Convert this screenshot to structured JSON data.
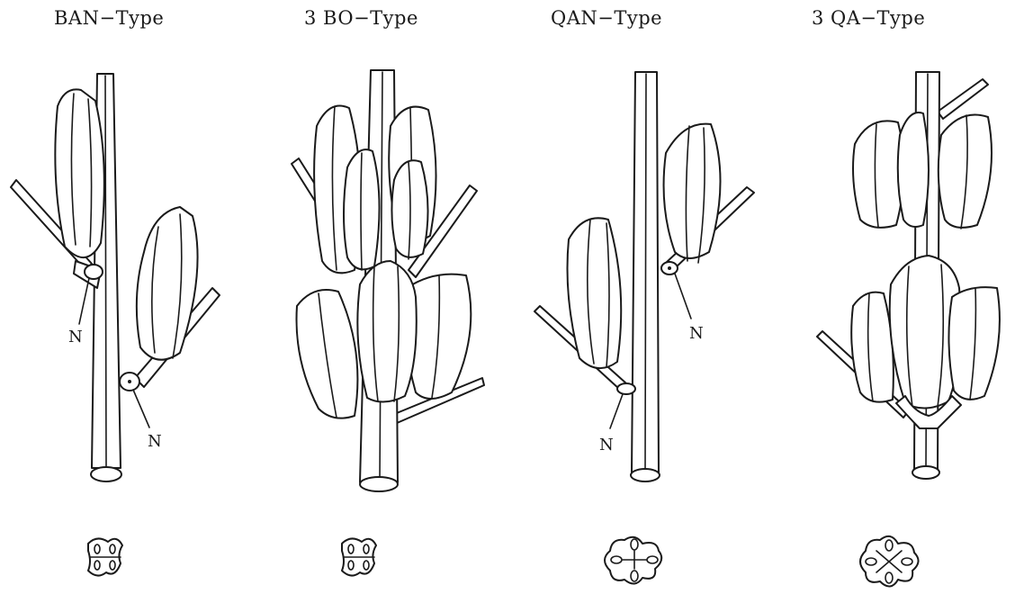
{
  "panels": [
    {
      "title": "BAN−Type",
      "labels": [
        "N",
        "N"
      ]
    },
    {
      "title": "3 BO−Type",
      "labels": []
    },
    {
      "title": "QAN−Type",
      "labels": [
        "N",
        "N"
      ]
    },
    {
      "title": "3 QA−Type",
      "labels": []
    }
  ]
}
